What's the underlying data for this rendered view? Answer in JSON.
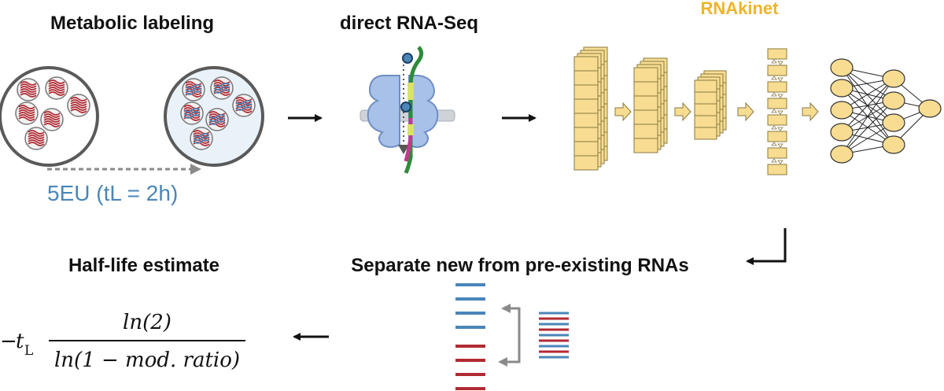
{
  "colors": {
    "accent": "#f0b429",
    "blue": "#4a86b8",
    "red": "#b22a33",
    "ribosome": "#a8c1e8",
    "cnn_box": "#f7dc92",
    "cnn_stroke": "#8a7a3e",
    "arrow_gray": "#8a8a8a"
  },
  "steps": {
    "labeling": {
      "title": "Metabolic labeling",
      "pulse_label": "5EU (tL = 2h)"
    },
    "sequencing": {
      "title": "direct RNA-Seq"
    },
    "model": {
      "title": "RNAkinet"
    },
    "separation": {
      "title": "Separate new from pre-existing RNAs"
    },
    "estimate": {
      "title": "Half-life estimate"
    }
  },
  "formula": {
    "prefix_sign": "−",
    "prefix_symbol": "t",
    "prefix_subscript": "L",
    "numerator": "ln(2)",
    "denominator": "ln(1 − mod. ratio)"
  },
  "icons": [
    "petri-dish-icon",
    "ribosome-icon",
    "convolution-block-icon",
    "neural-network-icon",
    "rna-strand-icon",
    "arrow-right-icon",
    "arrow-left-icon"
  ]
}
